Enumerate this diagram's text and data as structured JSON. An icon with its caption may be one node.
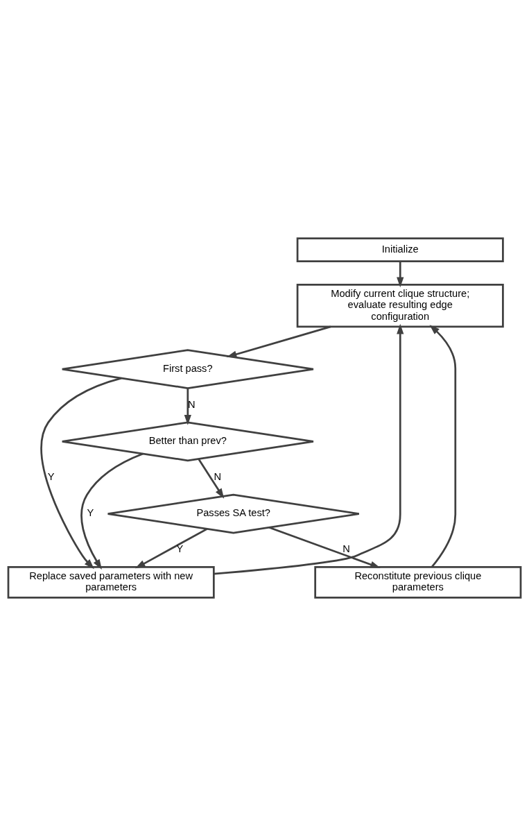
{
  "diagram": {
    "nodes": [
      {
        "text": [
          "Initialize"
        ]
      },
      {
        "text": [
          "Modify current clique structure; evaluate resulting edge configuration"
        ]
      },
      {
        "text": [
          "First pass?"
        ]
      },
      {
        "text": [
          "Better than prev?"
        ]
      },
      {
        "text": [
          "Passes SA test?"
        ]
      },
      {
        "text": [
          "Reconstitute previous clique parameters"
        ]
      },
      {
        "text": [
          "Replace saved parameters with new parameters"
        ]
      }
    ],
    "edges": [
      {
        "from": 0,
        "to": 1,
        "arrow": "to"
      },
      {
        "from": 1,
        "to": 2,
        "arrow": "to"
      },
      {
        "from": 2,
        "to": 3,
        "arrow": "to",
        "label": "N"
      },
      {
        "from": 3,
        "to": 4,
        "arrow": "to",
        "label": "N"
      },
      {
        "from": 4,
        "to": 5,
        "arrow": "to",
        "label": "N"
      },
      {
        "from": 2,
        "to": 6,
        "arrow": "to",
        "label": "Y"
      },
      {
        "from": 3,
        "to": 6,
        "arrow": "to",
        "label": "Y"
      },
      {
        "from": 4,
        "to": 6,
        "arrow": "to",
        "label": "Y"
      },
      {
        "from": 5,
        "to": 1,
        "arrow": "to"
      },
      {
        "from": 6,
        "to": 1,
        "arrow": "to"
      }
    ]
  }
}
